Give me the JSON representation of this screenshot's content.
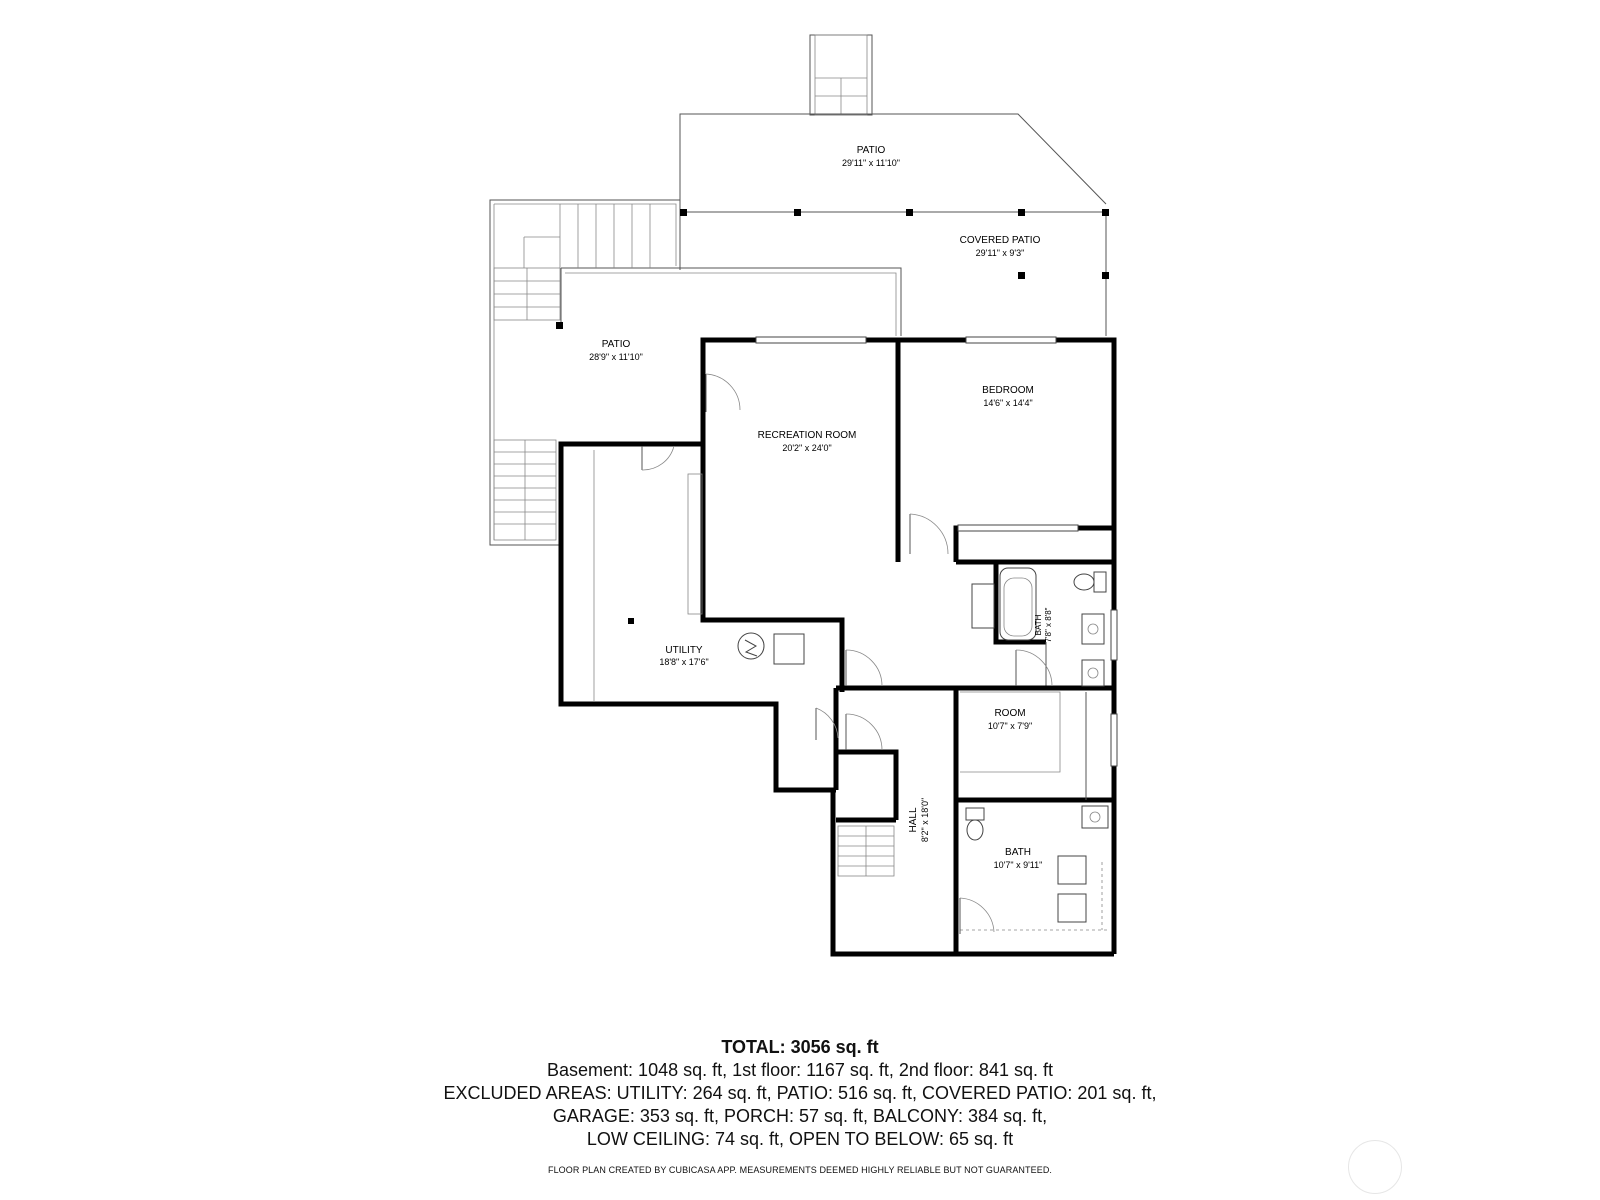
{
  "rooms": {
    "patio_top": {
      "name": "PATIO",
      "dims": "29'11\" x 11'10\""
    },
    "covered_patio": {
      "name": "COVERED PATIO",
      "dims": "29'11\" x 9'3\""
    },
    "patio_left": {
      "name": "PATIO",
      "dims": "28'9\" x 11'10\""
    },
    "recreation": {
      "name": "RECREATION ROOM",
      "dims": "20'2\" x 24'0\""
    },
    "bedroom": {
      "name": "BEDROOM",
      "dims": "14'6\" x 14'4\""
    },
    "utility": {
      "name": "UTILITY",
      "dims": "18'8\" x 17'6\""
    },
    "bath_small": {
      "name": "BATH",
      "dims": "7'8\" x 8'8\""
    },
    "room": {
      "name": "ROOM",
      "dims": "10'7\" x 7'9\""
    },
    "hall": {
      "name": "HALL",
      "dims": "8'2\" x 18'0\""
    },
    "bath_large": {
      "name": "BATH",
      "dims": "10'7\" x 9'11\""
    }
  },
  "summary": {
    "total": "TOTAL: 3056 sq. ft",
    "line1": "Basement: 1048 sq. ft, 1st floor: 1167 sq. ft, 2nd floor: 841 sq. ft",
    "line2": "EXCLUDED AREAS: UTILITY: 264 sq. ft, PATIO: 516 sq. ft, COVERED PATIO: 201 sq. ft,",
    "line3": "GARAGE: 353 sq. ft, PORCH: 57 sq. ft, BALCONY: 384 sq. ft,",
    "line4": "LOW CEILING: 74 sq. ft, OPEN TO BELOW: 65 sq. ft",
    "disclaimer": "FLOOR PLAN CREATED BY CUBICASA APP. MEASUREMENTS DEEMED HIGHLY RELIABLE BUT NOT GUARANTEED."
  },
  "icons": [
    "stair-icon",
    "door-swing-icon",
    "toilet-icon",
    "bathtub-icon",
    "sink-icon",
    "water-heater-icon",
    "watermark-icon"
  ]
}
